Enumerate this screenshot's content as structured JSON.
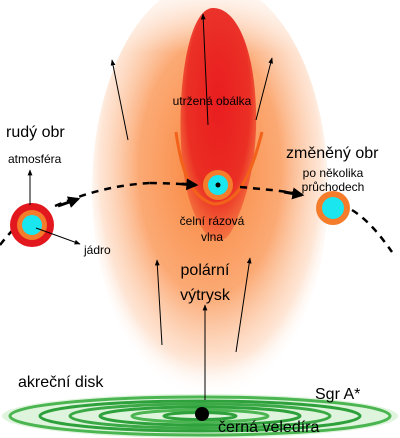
{
  "labels": {
    "red_giant": "rudý obr",
    "atmosphere": "atmosféra",
    "core": "jádro",
    "stripped_envelope": "utržená obálka",
    "bow_shock_line1": "čelní rázová",
    "bow_shock_line2": "vlna",
    "altered_giant": "změněný obr",
    "after_passages_line1": "po několika",
    "after_passages_line2": "průchodech",
    "jet_line1": "polární",
    "jet_line2": "výtrysk",
    "accretion_disk": "akreční disk",
    "sgr_a": "Sgr A*",
    "black_hole": "černá veledíra"
  },
  "colors": {
    "jet_orange": "#f97a2c",
    "envelope_red": "#e8161c",
    "star_red": "#e3171e",
    "star_orange": "#f47c2a",
    "core_cyan": "#19e6ef",
    "disk_green": "#2ea13c",
    "bow_shock": "#f2621a"
  },
  "icons": {
    "orbit": "dashed-orbit-arrow",
    "jet_arrows": "thin-arrow-up",
    "black_hole": "black-dot"
  }
}
